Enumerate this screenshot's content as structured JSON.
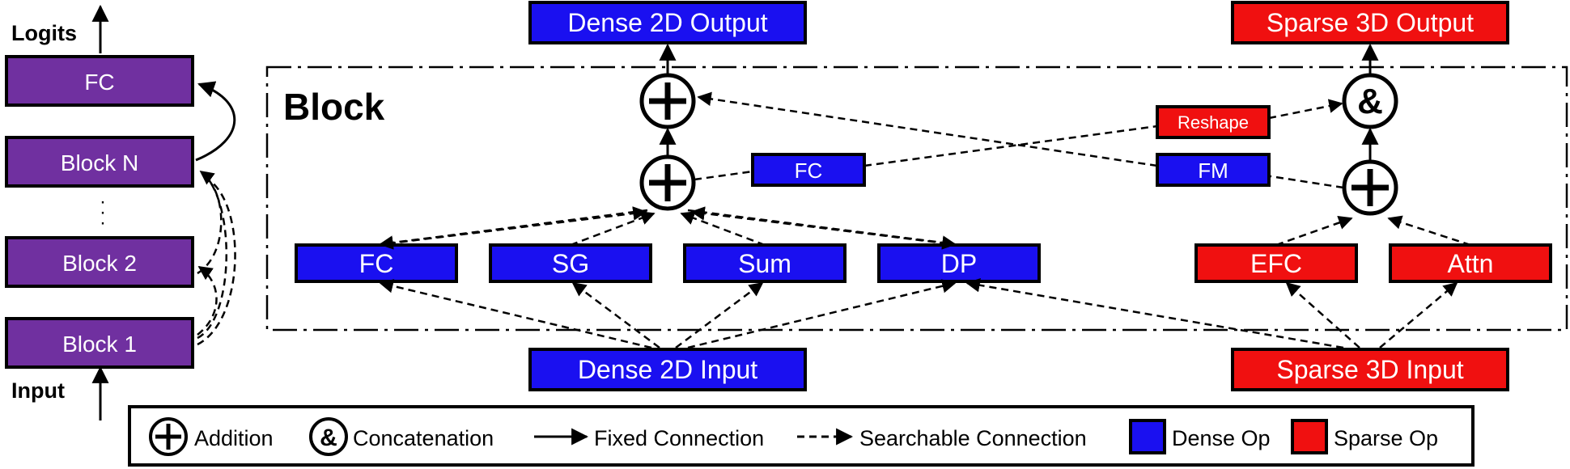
{
  "colors": {
    "dense": "#1a10f0",
    "sparse": "#f01010",
    "block": "#7030a0",
    "stroke": "#000000",
    "white": "#ffffff"
  },
  "stack": {
    "logits": "Logits",
    "input": "Input",
    "fc": "FC",
    "block_n": "Block N",
    "dots": "·\n·\n·",
    "block_2": "Block 2",
    "block_1": "Block 1"
  },
  "block_title": "Block",
  "outputs": {
    "dense": "Dense 2D Output",
    "sparse": "Sparse 3D Output"
  },
  "inputs": {
    "dense": "Dense 2D Input",
    "sparse": "Sparse 3D Input"
  },
  "ops": {
    "fc_mid": "FC",
    "reshape": "Reshape",
    "fm": "FM",
    "fc": "FC",
    "sg": "SG",
    "sum": "Sum",
    "dp": "DP",
    "efc": "EFC",
    "attn": "Attn"
  },
  "symbols": {
    "plus": "+",
    "amp": "&"
  },
  "legend": {
    "addition": "Addition",
    "concatenation": "Concatenation",
    "fixed": "Fixed Connection",
    "searchable": "Searchable Connection",
    "dense_op": "Dense Op",
    "sparse_op": "Sparse Op"
  }
}
